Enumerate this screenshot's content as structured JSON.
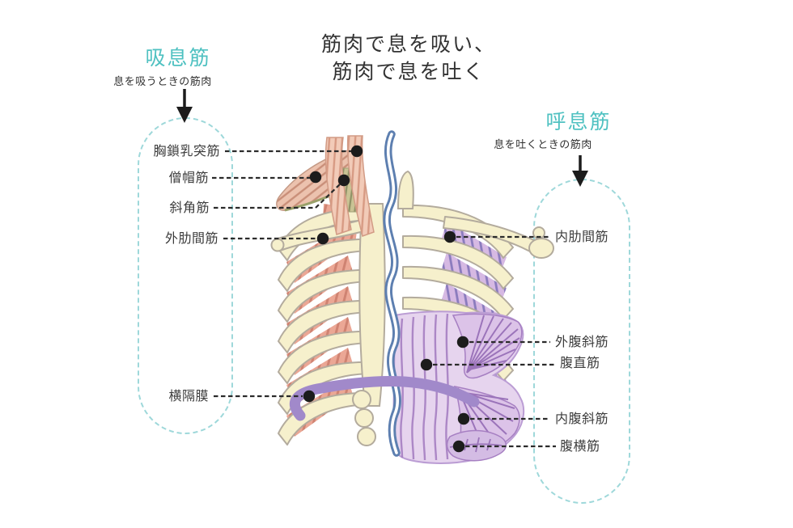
{
  "title": {
    "line1": "筋肉で息を吸い、",
    "line2": "筋肉で息を吐く"
  },
  "inhale": {
    "heading": "吸息筋",
    "subtitle": "息を吸うときの筋肉",
    "labels": [
      "胸鎖乳突筋",
      "僧帽筋",
      "斜角筋",
      "外肋間筋",
      "横隔膜"
    ]
  },
  "exhale": {
    "heading": "呼息筋",
    "subtitle": "息を吐くときの筋肉",
    "labels": [
      "内肋間筋",
      "外腹斜筋",
      "腹直筋",
      "内腹斜筋",
      "腹横筋"
    ]
  },
  "colors": {
    "accent_teal": "#4fc1c1",
    "pill_dash": "#9ed8da",
    "connector": "#2b2b2b",
    "bone_cream": "#f6f0cc",
    "bone_outline": "#b3ab9d",
    "inhale_muscle_salmon": "#eba795",
    "exhale_muscle_lavender": "#d6b9e3",
    "abdominal_fill": "#e6d4ee",
    "abdominal_stripe": "#a67fc2",
    "diaphragm_purple": "#a189ca",
    "spine_blue": "#5d7fb0"
  }
}
